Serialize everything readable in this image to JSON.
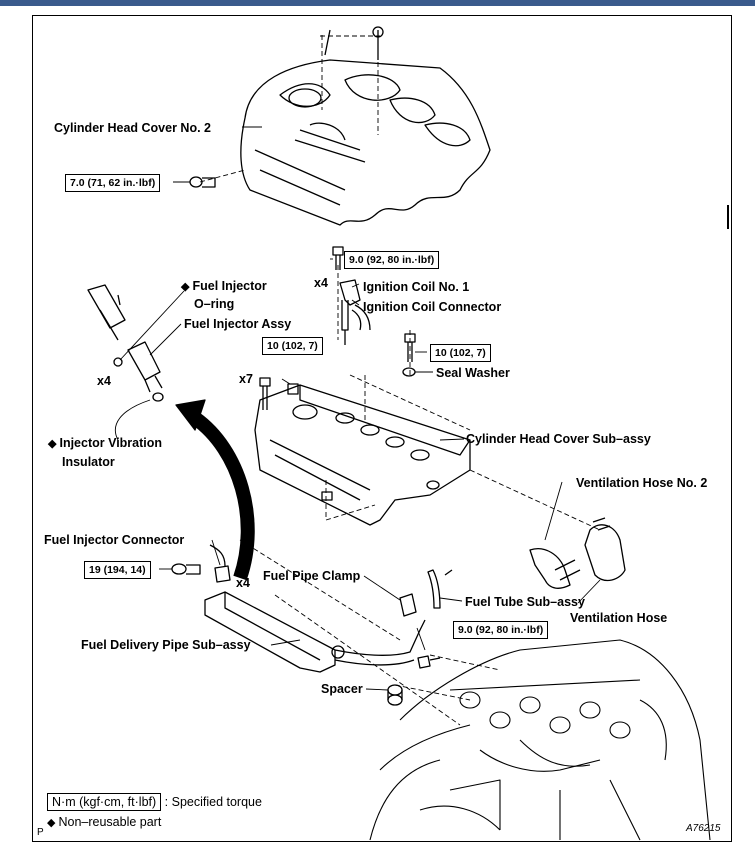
{
  "labels": {
    "cylinder_head_cover_no2": "Cylinder Head Cover No. 2",
    "fuel_injector": "Fuel Injector",
    "o_ring": "O–ring",
    "fuel_injector_assy": "Fuel Injector Assy",
    "ignition_coil_no1": "Ignition Coil No. 1",
    "ignition_coil_connector": "Ignition Coil Connector",
    "seal_washer": "Seal Washer",
    "injector_vibration_insulator_1": "Injector Vibration",
    "injector_vibration_insulator_2": "Insulator",
    "cylinder_head_cover_sub_assy": "Cylinder Head Cover Sub–assy",
    "ventilation_hose_no2": "Ventilation Hose No. 2",
    "fuel_injector_connector": "Fuel Injector Connector",
    "fuel_pipe_clamp": "Fuel Pipe Clamp",
    "fuel_tube_sub_assy": "Fuel Tube Sub–assy",
    "ventilation_hose": "Ventilation Hose",
    "fuel_delivery_pipe_sub_assy": "Fuel Delivery Pipe Sub–assy",
    "spacer": "Spacer"
  },
  "quantities": {
    "x4_ignition": "x4",
    "x4_injector": "x4",
    "x7_bolts": "x7",
    "x4_connector": "x4"
  },
  "torques": {
    "cover_no2": "7.0 (71, 62 in.·lbf)",
    "ignition_coil": "9.0 (92, 80 in.·lbf)",
    "cover_bolts": "10 (102, 7)",
    "seal_bolt": "10 (102, 7)",
    "delivery_pipe": "19 (194, 14)",
    "fuel_tube": "9.0 (92, 80 in.·lbf)"
  },
  "legend": {
    "unit_box": "N·m (kgf·cm, ft·lbf)",
    "unit_desc": ": Specified torque",
    "non_reusable": "Non–reusable part",
    "diamond_symbol": "◆"
  },
  "corner": {
    "page_letter": "P",
    "figure_id": "A76215"
  },
  "colors": {
    "top_bar": "#3a5a8c",
    "ink": "#000000"
  }
}
